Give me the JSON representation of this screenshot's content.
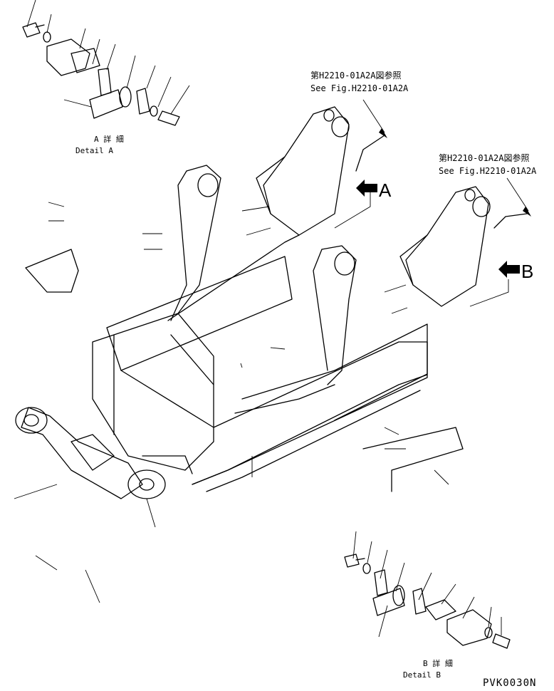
{
  "refs": {
    "ref_a_jp": "第H2210-01A2A図参照",
    "ref_a_en": "See Fig.H2210-01A2A",
    "ref_b_jp": "第H2210-01A2A図参照",
    "ref_b_en": "See Fig.H2210-01A2A"
  },
  "details": {
    "a_jp": "A 詳 細",
    "a_en": "Detail A",
    "b_jp": "B 詳 細",
    "b_en": "Detail B"
  },
  "markers": {
    "a": "A",
    "b": "B"
  },
  "drawing_code": "PVK0030N"
}
